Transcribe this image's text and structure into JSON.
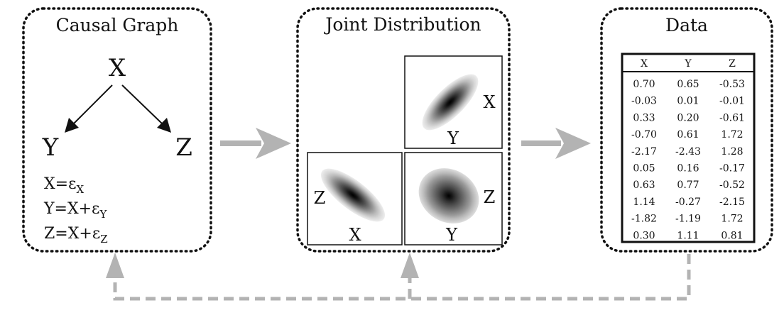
{
  "panels": {
    "causal": {
      "title": "Causal Graph",
      "nodes": {
        "x": "X",
        "y": "Y",
        "z": "Z"
      },
      "equations": [
        {
          "lhs": "X=ε",
          "sub": "X"
        },
        {
          "lhs": "Y=X+ε",
          "sub": "Y"
        },
        {
          "lhs": "Z=X+ε",
          "sub": "Z"
        }
      ]
    },
    "joint": {
      "title": "Joint Distribution",
      "plots": {
        "yx": {
          "bottom": "Y",
          "side": "X"
        },
        "xz": {
          "bottom": "X",
          "side": "Z"
        },
        "yz": {
          "bottom": "Y",
          "side": "Z"
        }
      }
    },
    "data": {
      "title": "Data",
      "headers": [
        "X",
        "Y",
        "Z"
      ],
      "rows": [
        [
          "0.70",
          "0.65",
          "-0.53"
        ],
        [
          "-0.03",
          "0.01",
          "-0.01"
        ],
        [
          "0.33",
          "0.20",
          "-0.61"
        ],
        [
          "-0.70",
          "0.61",
          "1.72"
        ],
        [
          "-2.17",
          "-2.43",
          "1.28"
        ],
        [
          "0.05",
          "0.16",
          "-0.17"
        ],
        [
          "0.63",
          "0.77",
          "-0.52"
        ],
        [
          "1.14",
          "-0.27",
          "-2.15"
        ],
        [
          "-1.82",
          "-1.19",
          "1.72"
        ],
        [
          "0.30",
          "1.11",
          "0.81"
        ]
      ]
    }
  },
  "colors": {
    "panel_border": "#111111",
    "flow_arrow": "#b3b3b3",
    "feedback_arrow": "#b3b3b3",
    "contour_dark": "#000000",
    "contour_light": "#f2f2f2"
  }
}
